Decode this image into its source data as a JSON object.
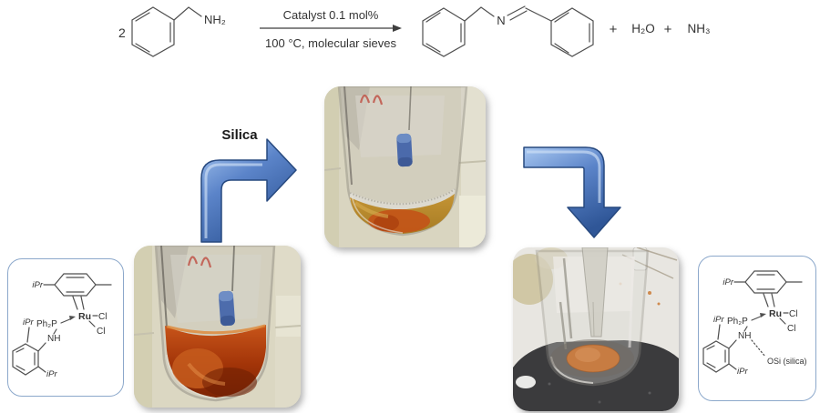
{
  "scheme": {
    "coefficient": "2",
    "amine_label": "NH₂",
    "catalyst_line": "Catalyst 0.1 mol%",
    "conditions_line": "100 °C, molecular sieves",
    "imine_nitrogen": "N",
    "plus_1": "+",
    "water": "H₂O",
    "plus_2": "+",
    "ammonia": "NH₃"
  },
  "flow": {
    "silica_label": "Silica"
  },
  "catalyst_homogeneous": {
    "cymene_ipr": "iPr",
    "aryl_ipr_top": "iPr",
    "phosphine": "Ph₂P",
    "metal": "Ru",
    "chloride_1": "Cl",
    "chloride_2": "Cl",
    "amine": "NH",
    "aryl_ipr_bottom": "iPr"
  },
  "catalyst_supported": {
    "cymene_ipr": "iPr",
    "aryl_ipr_top": "iPr",
    "phosphine": "Ph₂P",
    "metal": "Ru",
    "chloride_1": "Cl",
    "chloride_2": "Cl",
    "amine": "NH",
    "aryl_ipr_bottom": "iPr",
    "silanol": "OSi (silica)"
  },
  "colors": {
    "arrow_fill_light": "#9ec0ee",
    "arrow_fill_dark": "#2f5697",
    "arrow_outline": "#27497f",
    "box_border": "#8ca8cb",
    "structure_line": "#4f4f4f",
    "liquid_dark_orange": "#b8440f",
    "liquid_amber": "#c49434",
    "powder_orange": "#c77c42",
    "stir_bar_blue": "#4d6cac"
  }
}
